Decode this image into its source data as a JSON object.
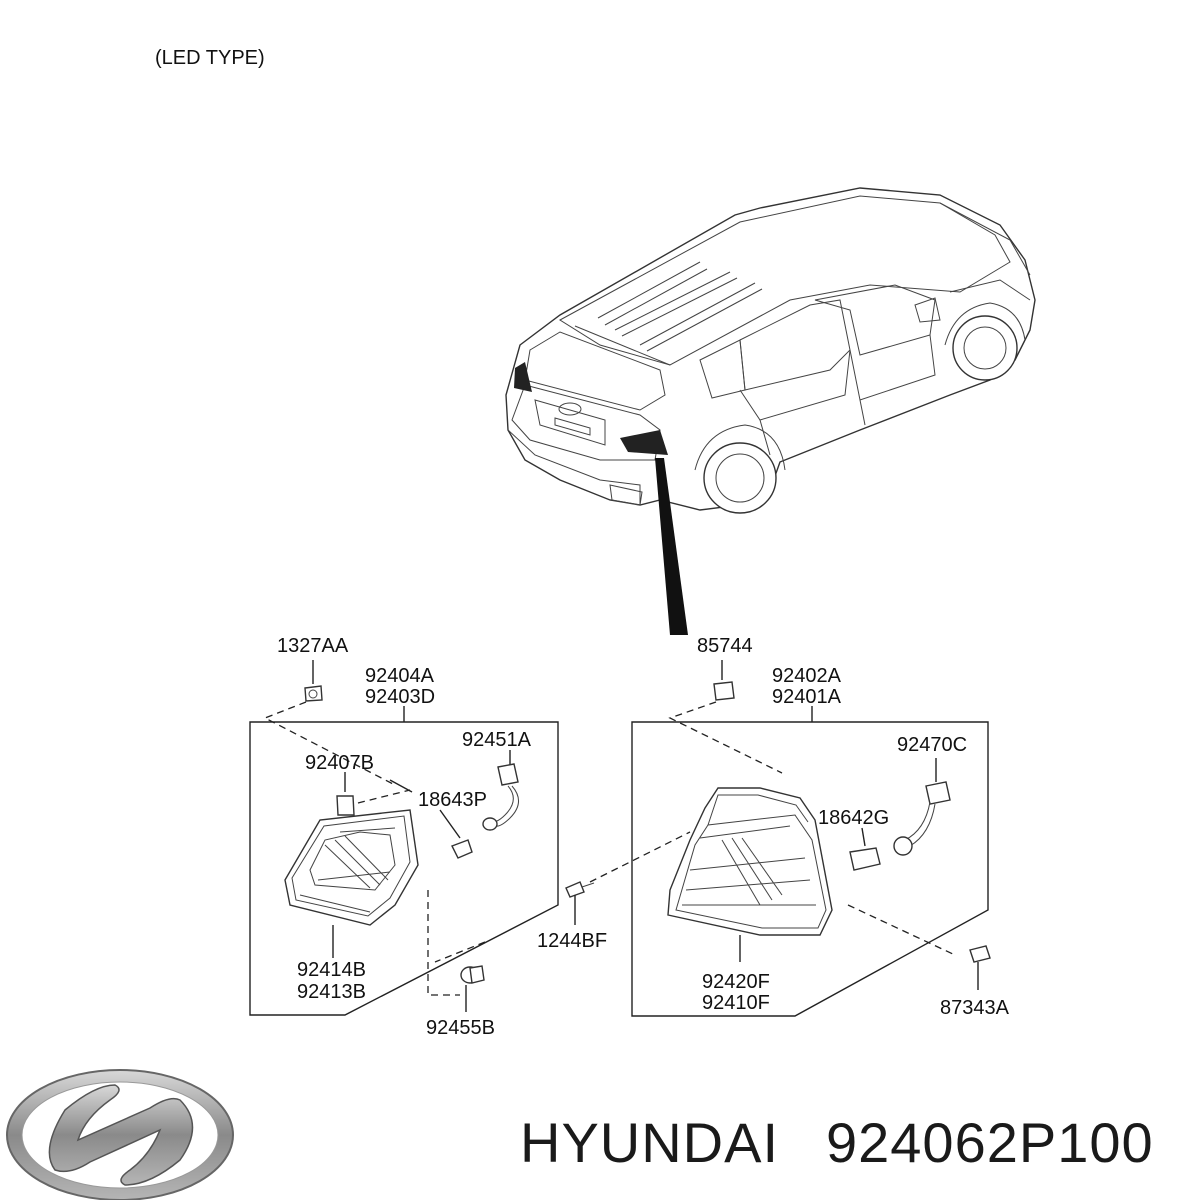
{
  "header": {
    "variant_label": "(LED TYPE)"
  },
  "parts": {
    "p1327AA": "1327AA",
    "p92404A": "92404A",
    "p92403D": "92403D",
    "p92451A": "92451A",
    "p92407B": "92407B",
    "p18643P": "18643P",
    "p92414B": "92414B",
    "p92413B": "92413B",
    "p92455B": "92455B",
    "p1244BF": "1244BF",
    "p85744": "85744",
    "p92402A": "92402A",
    "p92401A": "92401A",
    "p92470C": "92470C",
    "p18642G": "18642G",
    "p92420F": "92420F",
    "p92410F": "92410F",
    "p87343A": "87343A"
  },
  "footer": {
    "brand": "HYUNDAI",
    "part_number": "924062P100",
    "logo_icon": "hyundai-logo-icon"
  }
}
